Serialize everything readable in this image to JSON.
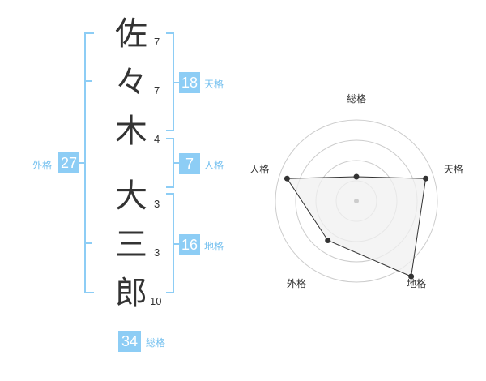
{
  "name": {
    "chars": [
      {
        "char": "佐",
        "strokes": "7"
      },
      {
        "char": "々",
        "strokes": "7"
      },
      {
        "char": "木",
        "strokes": "4"
      },
      {
        "char": "大",
        "strokes": "3"
      },
      {
        "char": "三",
        "strokes": "3"
      },
      {
        "char": "郎",
        "strokes": "10"
      }
    ]
  },
  "fortune": {
    "tenkaku": {
      "value": "18",
      "label": "天格"
    },
    "jinkaku": {
      "value": "7",
      "label": "人格"
    },
    "chikaku": {
      "value": "16",
      "label": "地格"
    },
    "gaikaku": {
      "value": "27",
      "label": "外格"
    },
    "soukaku": {
      "value": "34",
      "label": "総格"
    }
  },
  "chart_data": {
    "type": "radar",
    "axes": [
      "総格",
      "天格",
      "地格",
      "外格",
      "人格"
    ],
    "rings": 4,
    "max": 4,
    "values": [
      1.2,
      3.6,
      4.6,
      2.4,
      3.6
    ],
    "colors": {
      "fill": "#f0f0f0",
      "stroke": "#333333",
      "grid": "#cccccc",
      "center": "#cccccc"
    }
  }
}
